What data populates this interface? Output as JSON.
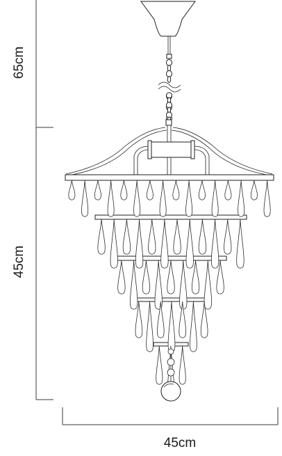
{
  "dimensions": {
    "cord_height": "65cm",
    "body_height": "45cm",
    "width": "45cm"
  }
}
